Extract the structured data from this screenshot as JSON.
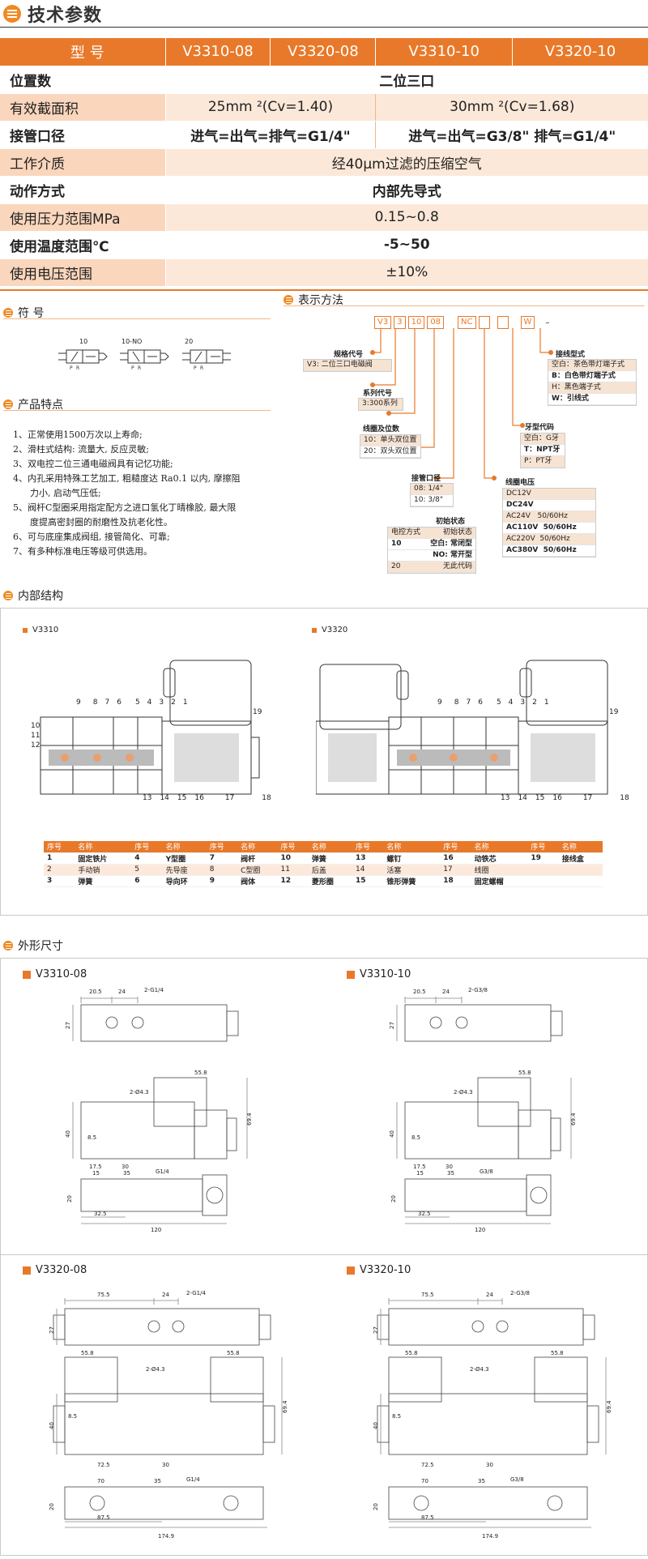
{
  "page_title": "技术参数",
  "spec": {
    "header": {
      "label": "型  号",
      "models": [
        "V3310-08",
        "V3320-08",
        "V3310-10",
        "V3320-10"
      ]
    },
    "rows": [
      {
        "label": "位置数",
        "value": "二位三口"
      },
      {
        "label": "有效截面积",
        "left": "25mm ²(Cv=1.40)",
        "right": "30mm ²(Cv=1.68)"
      },
      {
        "label": "接管口径",
        "left": "进气=出气=排气=G1/4\"",
        "right": "进气=出气=G3/8\"  排气=G1/4\""
      },
      {
        "label": "工作介质",
        "value": "经40μm过滤的压缩空气"
      },
      {
        "label": "动作方式",
        "value": "内部先导式"
      },
      {
        "label": "使用压力范围MPa",
        "value": "0.15~0.8"
      },
      {
        "label": "使用温度范围℃",
        "value": "-5~50"
      },
      {
        "label": "使用电压范围",
        "value": "±10%"
      }
    ]
  },
  "symbol": {
    "title": "符    号",
    "labels": [
      "10",
      "10-NO",
      "20"
    ]
  },
  "features": {
    "title": "产品特点",
    "items": [
      "1、正常使用1500万次以上寿命;",
      "2、滑柱式结构: 流量大, 反应灵敏;",
      "3、双电控二位三通电磁阀具有记忆功能;",
      "4、内孔采用特殊工艺加工, 粗糙度达 Ra0.1 以内, 摩擦阻",
      "      力小, 启动气压低;",
      "5、阀杆C型圈采用指定配方之进口氢化丁晴橡胶, 最大限",
      "      度提高密封圈的耐磨性及抗老化性。",
      "6、可与底座集成阀组, 接管简化、可靠;",
      "7、有多种标准电压等级可供选用。"
    ]
  },
  "ordering": {
    "title": "表示方法",
    "codes": [
      "V3",
      "3",
      "10",
      "08",
      "NC",
      "",
      "",
      "W"
    ],
    "dash": "–",
    "groups": {
      "spec_code": {
        "title": "规格代号",
        "items": [
          "V3: 二位三口电磁阀"
        ]
      },
      "series_code": {
        "title": "系列代号",
        "items": [
          "3:300系列"
        ]
      },
      "coil_pos": {
        "title": "线圈及位数",
        "items": [
          "10：单头双位置",
          "20：双头双位置"
        ]
      },
      "port": {
        "title": "接管口径",
        "items": [
          "08: 1/4\"",
          "10: 3/8\""
        ]
      },
      "initial": {
        "title": "初始状态",
        "header": [
          "电控方式",
          "初始状态"
        ],
        "rows": [
          [
            "10",
            "空白: 常闭型"
          ],
          [
            "",
            "NO: 常开型"
          ],
          [
            "20",
            "无此代码"
          ]
        ]
      },
      "voltage": {
        "title": "线圈电压",
        "items": [
          "DC12V",
          "DC24V",
          "AC24V   50/60Hz",
          "AC110V  50/60Hz",
          "AC220V  50/60Hz",
          "AC380V  50/60Hz"
        ]
      },
      "thread": {
        "title": "牙型代码",
        "items": [
          "空白：G牙",
          "T：NPT牙",
          "P：PT牙"
        ]
      },
      "wire": {
        "title": "接线型式",
        "items": [
          "空白：茶色带灯端子式",
          "B：白色带灯端子式",
          "H：黑色端子式",
          "W：引线式"
        ]
      }
    }
  },
  "internal": {
    "title": "内部结构",
    "labels": [
      "V3310",
      "V3320"
    ],
    "callouts_left": [
      "9",
      "8",
      "7",
      "6",
      "5",
      "4",
      "3",
      "2",
      "1",
      "19",
      "10",
      "11",
      "12",
      "13",
      "14",
      "15",
      "16",
      "17",
      "18"
    ],
    "callouts_right": [
      "9",
      "8",
      "7",
      "6",
      "5",
      "4",
      "3",
      "2",
      "1",
      "19",
      "13",
      "14",
      "15",
      "16",
      "17",
      "18"
    ],
    "parts_header": [
      "序号",
      "名称",
      "序号",
      "名称",
      "序号",
      "名称",
      "序号",
      "名称",
      "序号",
      "名称",
      "序号",
      "名称",
      "序号",
      "名称"
    ],
    "parts_rows": [
      [
        "1",
        "固定铁片",
        "4",
        "Y型圈",
        "7",
        "阀杆",
        "10",
        "弹簧",
        "13",
        "螺钉",
        "16",
        "动铁芯",
        "19",
        "接线盒"
      ],
      [
        "2",
        "手动销",
        "5",
        "先导座",
        "8",
        "C型圈",
        "11",
        "后盖",
        "14",
        "活塞",
        "17",
        "线圈",
        "",
        ""
      ],
      [
        "3",
        "弹簧",
        "6",
        "导向环",
        "9",
        "阀体",
        "12",
        "菱形圈",
        "15",
        "锥形弹簧",
        "18",
        "固定螺帽",
        "",
        ""
      ]
    ]
  },
  "dimensions": {
    "title": "外形尺寸",
    "panels": [
      {
        "name": "V3310-08",
        "port": "2-G1/4",
        "port2": "G1/4",
        "d": [
          "20.5",
          "24",
          "27",
          "55.8",
          "2-Ø4.3",
          "40",
          "8.5",
          "69.4",
          "17.5",
          "30",
          "15",
          "35",
          "20",
          "32.5",
          "120"
        ]
      },
      {
        "name": "V3310-10",
        "port": "2-G3/8",
        "port2": "G3/8",
        "d": [
          "20.5",
          "24",
          "27",
          "55.8",
          "2-Ø4.3",
          "40",
          "8.5",
          "69.4",
          "17.5",
          "30",
          "15",
          "35",
          "20",
          "32.5",
          "120"
        ]
      },
      {
        "name": "V3320-08",
        "port": "2-G1/4",
        "port2": "G1/4",
        "d": [
          "75.5",
          "24",
          "27",
          "55.8",
          "55.8",
          "2-Ø4.3",
          "40",
          "8.5",
          "69.4",
          "72.5",
          "30",
          "70",
          "35",
          "20",
          "87.5",
          "174.9"
        ]
      },
      {
        "name": "V3320-10",
        "port": "2-G3/8",
        "port2": "G3/8",
        "d": [
          "75.5",
          "24",
          "27",
          "55.8",
          "55.8",
          "2-Ø4.3",
          "40",
          "8.5",
          "69.4",
          "72.5",
          "30",
          "70",
          "35",
          "20",
          "87.5",
          "174.9"
        ]
      }
    ]
  }
}
